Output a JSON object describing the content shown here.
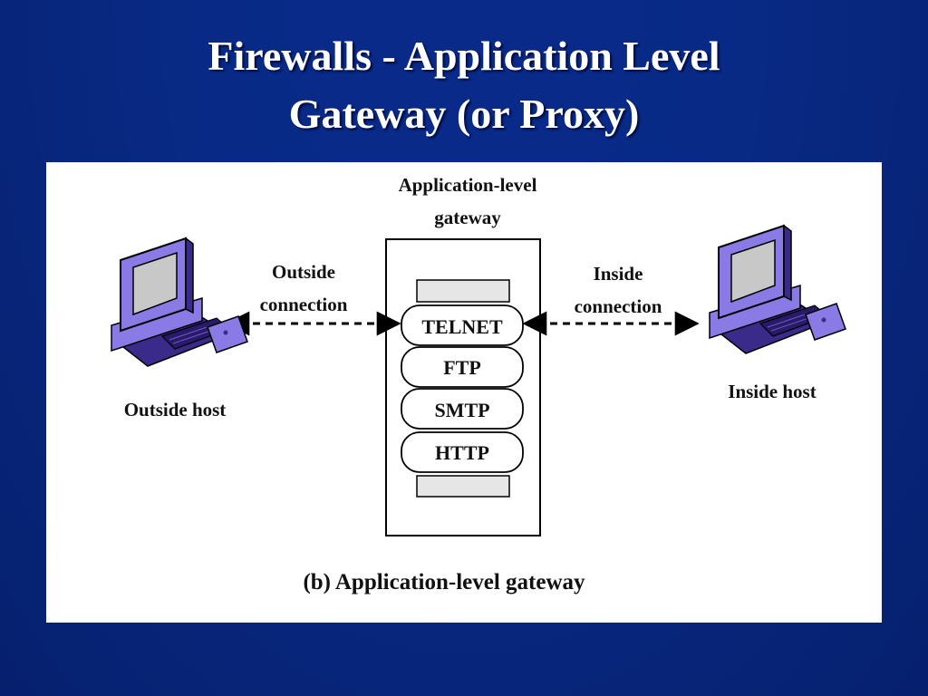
{
  "slide": {
    "title_line1": "Firewalls - Application Level",
    "title_line2": "Gateway (or Proxy)"
  },
  "diagram": {
    "gateway_label_line1": "Application-level",
    "gateway_label_line2": "gateway",
    "outside_connection_line1": "Outside",
    "outside_connection_line2": "connection",
    "inside_connection_line1": "Inside",
    "inside_connection_line2": "connection",
    "outside_host": "Outside host",
    "inside_host": "Inside host",
    "protocols": [
      "TELNET",
      "FTP",
      "SMTP",
      "HTTP"
    ],
    "caption": "(b) Application-level gateway"
  },
  "colors": {
    "background": "#082a86",
    "computer_body": "#8a7ae6",
    "computer_shadow": "#3a2a8a",
    "screen": "#c8c8c8"
  }
}
